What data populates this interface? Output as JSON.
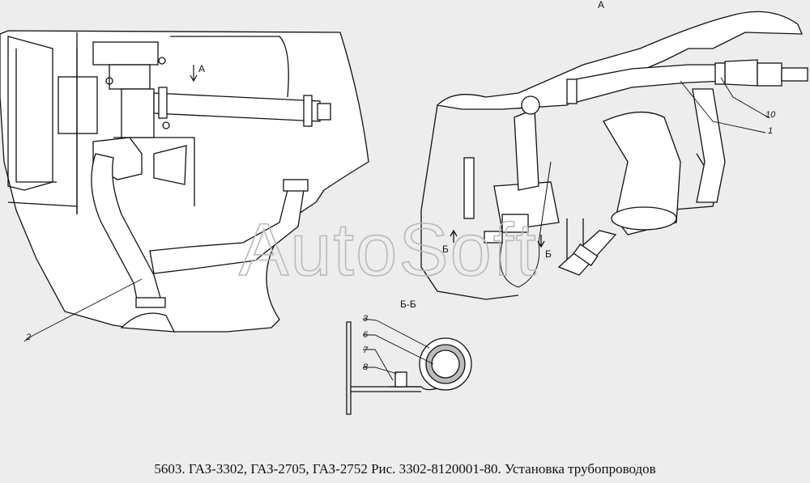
{
  "figure": {
    "caption": "5603. ГАЗ-3302, ГАЗ-2705, ГАЗ-2752 Рис. 3302-8120001-80. Установка трубопроводов",
    "watermark": "AutoSoft",
    "view_labels": {
      "view_a_title": "А",
      "view_a_arrow": "А",
      "section_title": "Б-Б",
      "section_mark_left": "Б",
      "section_mark_right": "Б"
    },
    "callouts": [
      "1",
      "2",
      "3",
      "6",
      "7",
      "8",
      "10"
    ]
  }
}
